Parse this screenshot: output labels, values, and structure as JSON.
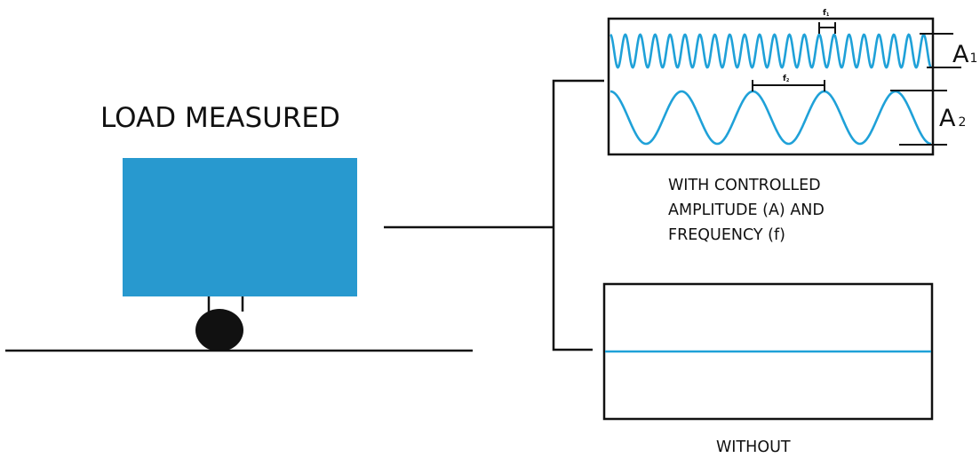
{
  "diagram": {
    "title": "LOAD MEASURED",
    "colors": {
      "load_block": "#2899cf",
      "waveform": "#1fa1d8",
      "line": "#111111",
      "background": "#ffffff"
    },
    "icons": {
      "load-block": "blue rectangle",
      "wheel": "black ellipse",
      "ground": "horizontal line"
    },
    "controlled_panel": {
      "caption_lines": [
        "WITH CONTROLLED",
        "AMPLITUDE (A) AND",
        "FREQUENCY (f)"
      ],
      "signals": [
        {
          "name": "high-frequency",
          "amplitude_label": "A",
          "amplitude_sub": "1",
          "frequency_label": "f",
          "frequency_sub": "1",
          "cycles": 21.5
        },
        {
          "name": "low-frequency",
          "amplitude_label": "A",
          "amplitude_sub": "2",
          "frequency_label": "f",
          "frequency_sub": "2",
          "cycles": 4.5
        }
      ]
    },
    "uncontrolled_panel": {
      "caption": "WITHOUT",
      "signal": "flat line"
    }
  }
}
